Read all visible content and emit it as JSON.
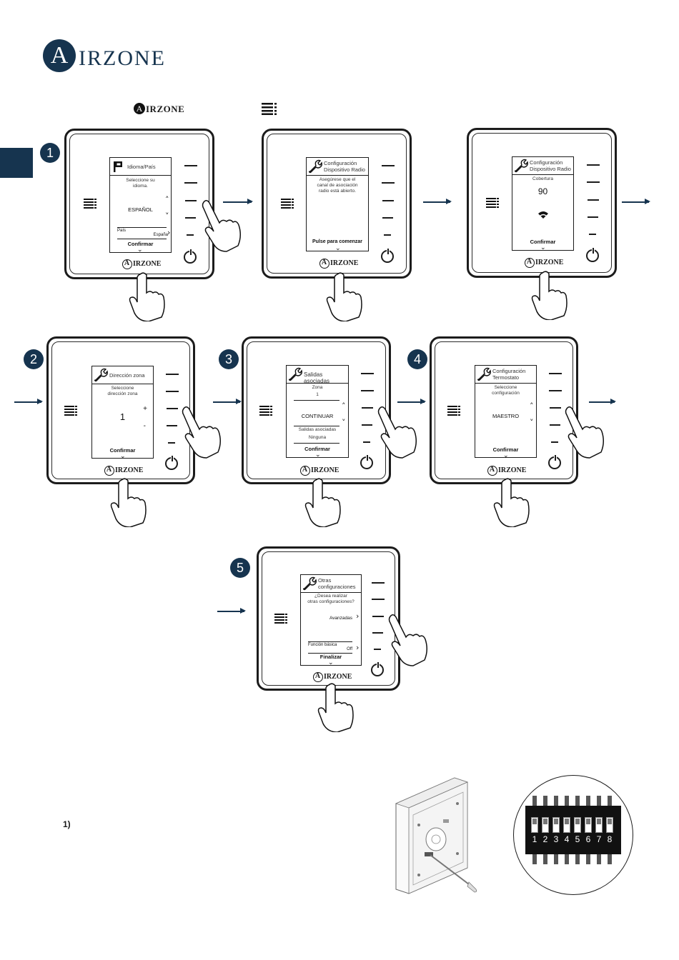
{
  "brand": {
    "letter": "A",
    "word": "IRZONE"
  },
  "intro": {
    "logo_letter": "A",
    "logo_word": "IRZONE",
    "menu_icon": "menu-list-icon"
  },
  "device_logo": {
    "letter": "A",
    "word": "IRZONE"
  },
  "colors": {
    "accent": "#16344f"
  },
  "steps": [
    {
      "badge": "1",
      "screens": [
        {
          "title": "Idioma/País",
          "icon": "flag-icon",
          "line1": "Seleccione su",
          "line2": "idioma.",
          "value": "ESPAÑOL",
          "sub_label": "País",
          "sub_value": "España",
          "confirm": "Confirmar"
        },
        {
          "title": "Configuración Dispositivo Radio",
          "icon": "wrench-icon",
          "line1": "Asegúrese que el",
          "line2": "canal de asociación",
          "line3": "radio está abierto.",
          "confirm": "Pulse para comenzar"
        },
        {
          "title": "Configuración Dispositivo Radio",
          "icon": "wrench-icon",
          "line1": "Cobertura",
          "value": "90",
          "signal_icon": "wifi-signal-icon",
          "confirm": "Confirmar"
        }
      ]
    },
    {
      "badge": "2",
      "screen": {
        "title": "Dirección zona",
        "icon": "wrench-icon",
        "line1": "Seleccione",
        "line2": "dirección zona",
        "value": "1",
        "plus": "+",
        "minus": "-",
        "confirm": "Confirmar"
      }
    },
    {
      "badge": "3",
      "screen": {
        "title": "Salidas asociadas",
        "icon": "wrench-icon",
        "line1": "Zona",
        "line2": "1",
        "value": "CONTINUAR",
        "sub_label": "Salidas asociadas",
        "sub_value": "Ninguna",
        "confirm": "Confirmar"
      }
    },
    {
      "badge": "4",
      "screen": {
        "title": "Configuración Termostato",
        "icon": "wrench-icon",
        "line1": "Seleccione",
        "line2": "configuración",
        "value": "MAESTRO",
        "confirm": "Confirmar"
      }
    },
    {
      "badge": "5",
      "screen": {
        "title": "Otras configuraciones",
        "icon": "wrench-icon",
        "line1": "¿Desea realizar",
        "line2": "otras configuraciones?",
        "value": "Avanzadas",
        "sub_label": "Función básica",
        "sub_value": "Off",
        "confirm": "Finalizar"
      }
    }
  ],
  "footnote": "1)",
  "dip_switch": {
    "labels": [
      "1",
      "2",
      "3",
      "4",
      "5",
      "6",
      "7",
      "8"
    ]
  }
}
